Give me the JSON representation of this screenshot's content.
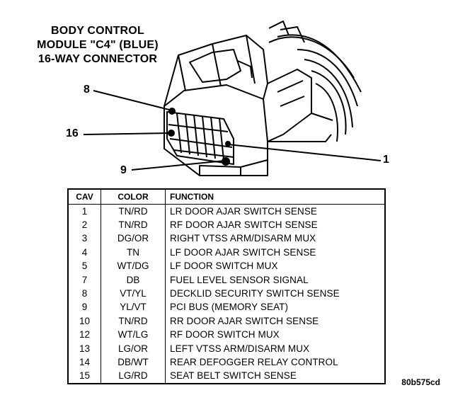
{
  "title": {
    "line1": "BODY CONTROL",
    "line2": "MODULE \"C4\" (BLUE)",
    "line3": "16-WAY CONNECTOR"
  },
  "pin_callouts": {
    "pin8": "8",
    "pin16": "16",
    "pin1": "1",
    "pin9": "9"
  },
  "table": {
    "headers": {
      "cav": "CAV",
      "color": "COLOR",
      "function": "FUNCTION"
    },
    "rows": [
      {
        "cav": "1",
        "color": "TN/RD",
        "function": "LR DOOR AJAR SWITCH SENSE"
      },
      {
        "cav": "2",
        "color": "TN/RD",
        "function": "RF DOOR AJAR SWITCH SENSE"
      },
      {
        "cav": "3",
        "color": "DG/OR",
        "function": "RIGHT VTSS ARM/DISARM MUX"
      },
      {
        "cav": "4",
        "color": "TN",
        "function": "LF DOOR AJAR SWITCH SENSE"
      },
      {
        "cav": "5",
        "color": "WT/DG",
        "function": "LF DOOR SWITCH MUX"
      },
      {
        "cav": "7",
        "color": "DB",
        "function": "FUEL LEVEL SENSOR SIGNAL"
      },
      {
        "cav": "8",
        "color": "VT/YL",
        "function": "DECKLID SECURITY SWITCH SENSE"
      },
      {
        "cav": "9",
        "color": "YL/VT",
        "function": "PCI BUS (MEMORY SEAT)"
      },
      {
        "cav": "10",
        "color": "TN/RD",
        "function": "RR DOOR AJAR SWITCH SENSE"
      },
      {
        "cav": "12",
        "color": "WT/LG",
        "function": "RF DOOR SWITCH MUX"
      },
      {
        "cav": "13",
        "color": "LG/OR",
        "function": "LEFT VTSS ARM/DISARM MUX"
      },
      {
        "cav": "14",
        "color": "DB/WT",
        "function": "REAR DEFOGGER RELAY CONTROL"
      },
      {
        "cav": "15",
        "color": "LG/RD",
        "function": "SEAT BELT SWITCH SENSE"
      }
    ]
  },
  "figure_code": "80b575cd"
}
